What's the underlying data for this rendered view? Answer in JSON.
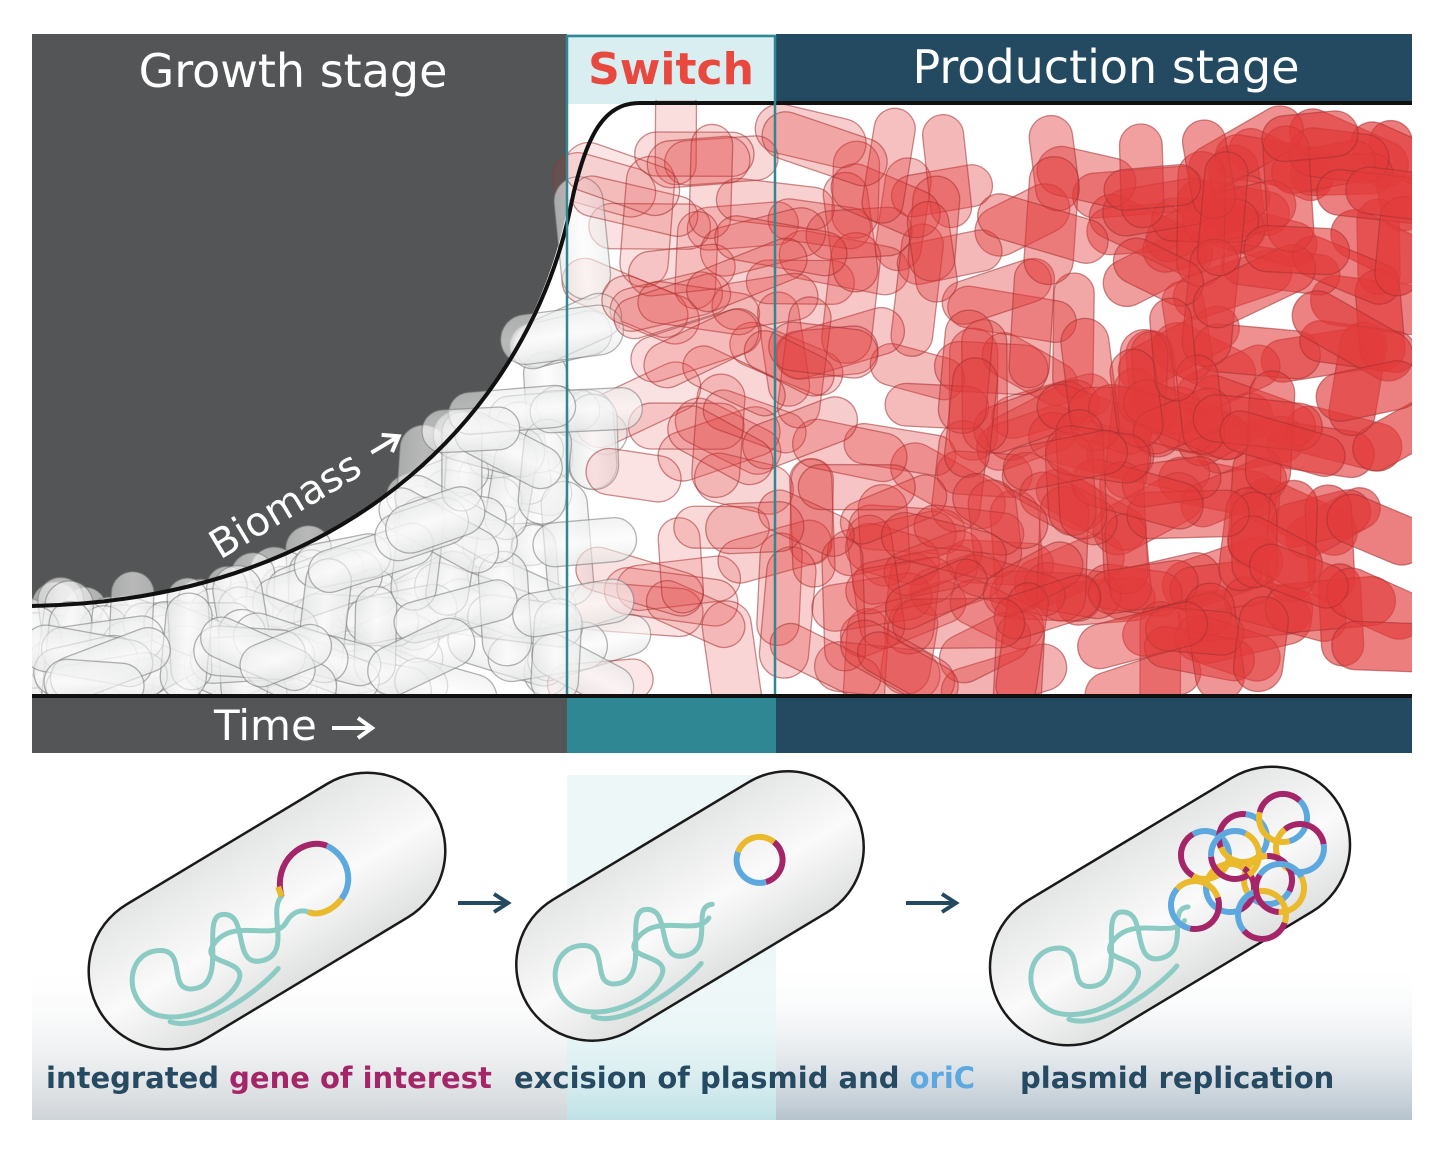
{
  "header": {
    "growth_label": "Growth stage",
    "switch_label": "Switch",
    "production_label": "Production stage"
  },
  "axes": {
    "biomass_label": "Biomass",
    "time_label": "Time"
  },
  "captions": {
    "step1_prefix": "integrated ",
    "step1_highlight": "gene of interest",
    "step2_prefix": "excision of plasmid and ",
    "step2_highlight": "oriC",
    "step3": "plasmid replication"
  },
  "colors": {
    "growth": "#545556",
    "switch": "#2e8792",
    "switch_light": "#d9eef1",
    "production": "#234a60",
    "switch_text": "#e8483e",
    "caption_text": "#254a62",
    "gene": "#a52569",
    "oric": "#5ea8e0",
    "plasmid_yellow": "#eab92c",
    "dna": "#8ccbc4",
    "cell_red": "#e23b3b"
  }
}
